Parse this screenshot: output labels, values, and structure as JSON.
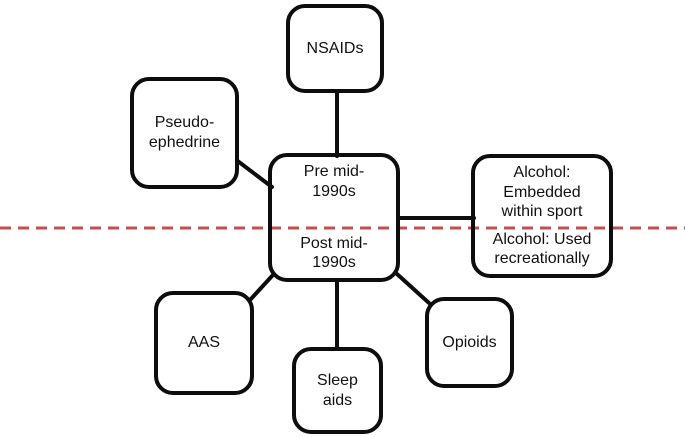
{
  "diagram": {
    "center": {
      "pre_label": "Pre mid-\n1990s",
      "post_label": "Post mid-\n1990s"
    },
    "nodes": {
      "nsaids": {
        "label": "NSAIDs"
      },
      "pseudoephedrine": {
        "label": "Pseudo-\nephedrine"
      },
      "alcohol": {
        "top_label": "Alcohol:\nEmbedded\nwithin sport",
        "bottom_label": "Alcohol: Used\nrecreationally"
      },
      "aas": {
        "label": "AAS"
      },
      "sleep_aids": {
        "label": "Sleep\naids"
      },
      "opioids": {
        "label": "Opioids"
      }
    },
    "colors": {
      "divider": "#c0504d",
      "line": "#0d0d0d"
    }
  }
}
